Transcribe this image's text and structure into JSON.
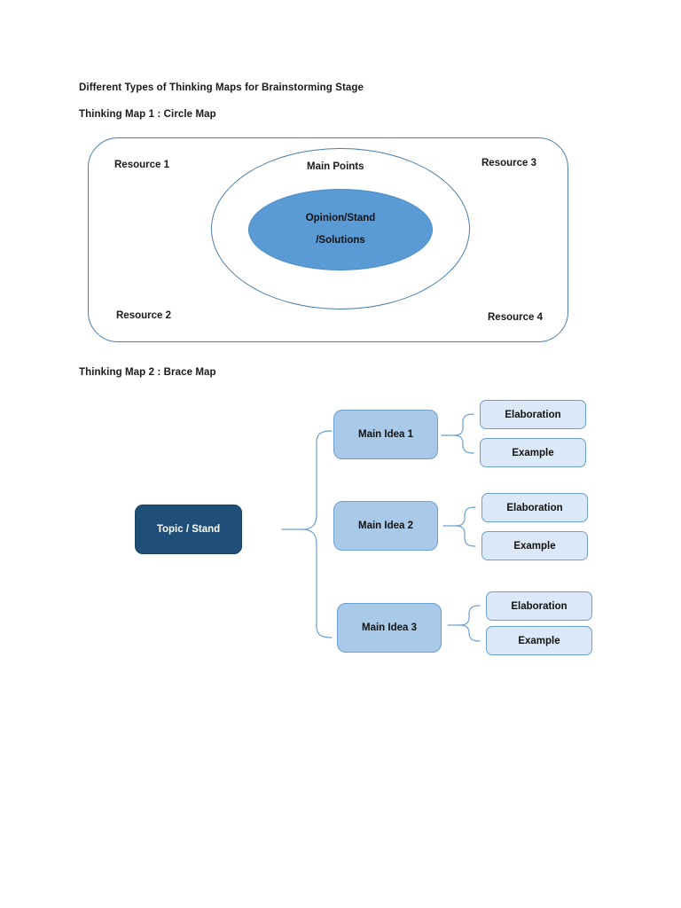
{
  "document": {
    "title": "Different Types of Thinking Maps for Brainstorming Stage"
  },
  "sections": [
    {
      "heading": "Thinking Map 1 : Circle Map"
    },
    {
      "heading": "Thinking Map 2 : Brace Map"
    }
  ],
  "circle_map": {
    "heading": "Thinking Map 1 : Circle Map",
    "center": {
      "line1": "Opinion/Stand",
      "line2": "/Solutions"
    },
    "middle_label": "Main Points",
    "resources": [
      {
        "label": "Resource 1",
        "position": "top-left"
      },
      {
        "label": "Resource 3",
        "position": "top-right"
      },
      {
        "label": "Resource 2",
        "position": "bottom-left"
      },
      {
        "label": "Resource 4",
        "position": "bottom-right"
      }
    ],
    "colors": {
      "outer_border": "#4d7ea8",
      "middle_border": "#4d7ea8",
      "inner_fill": "#5b9bd5",
      "inner_border": "#4a8cc7",
      "background": "#ffffff"
    }
  },
  "brace_map": {
    "heading": "Thinking Map 2 : Brace Map",
    "topic": "Topic / Stand",
    "branches": [
      {
        "main_idea": "Main Idea 1",
        "children": [
          "Elaboration",
          "Example"
        ]
      },
      {
        "main_idea": "Main Idea 2",
        "children": [
          "Elaboration",
          "Example"
        ]
      },
      {
        "main_idea": "Main Idea 3",
        "children": [
          "Elaboration",
          "Example"
        ]
      }
    ],
    "colors": {
      "topic_fill": "#1f4e79",
      "topic_text": "#ffffff",
      "main_idea_fill": "#a9c9e8",
      "main_idea_border": "#6d9fcc",
      "leaf_fill": "#dbe8f7",
      "leaf_border": "#6d9fcc",
      "brace_stroke": "#6d9fcc"
    }
  }
}
